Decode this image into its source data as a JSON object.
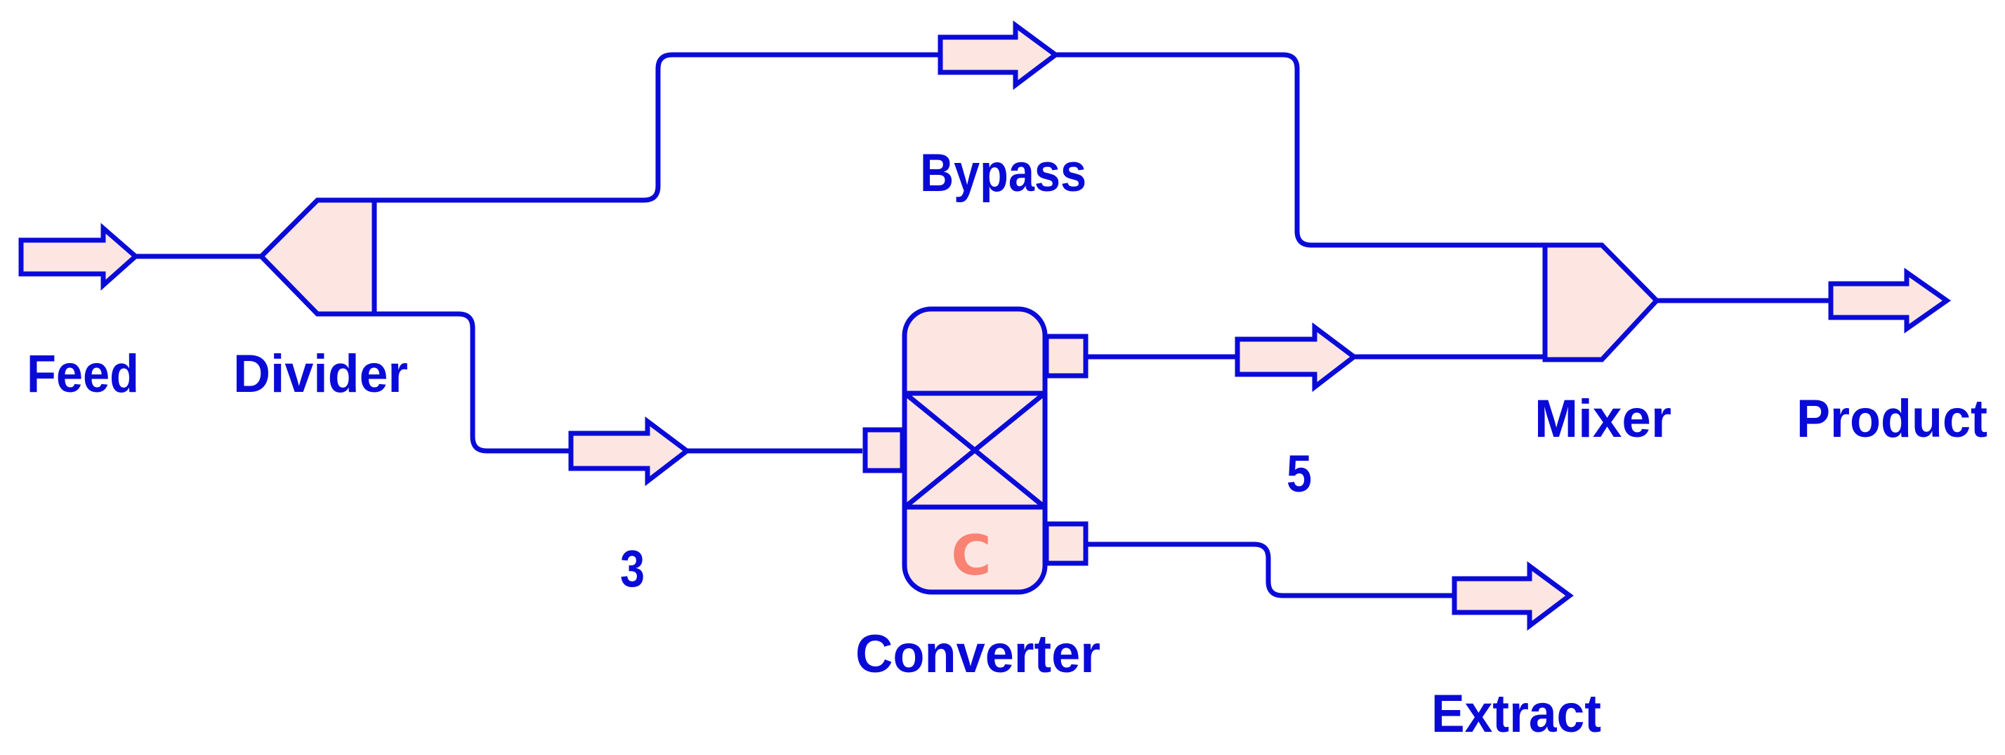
{
  "diagram": {
    "type": "process-flow-diagram",
    "colors": {
      "line": "#0a0ad8",
      "fill": "#fde6e2",
      "unit_letter": "#f98272",
      "background": "#ffffff"
    },
    "units": [
      {
        "id": "divider",
        "type": "splitter",
        "label": "Divider"
      },
      {
        "id": "converter",
        "type": "reactor",
        "label": "Converter",
        "letter": "C"
      },
      {
        "id": "mixer",
        "type": "mixer",
        "label": "Mixer"
      }
    ],
    "streams": [
      {
        "id": "feed",
        "label": "Feed",
        "from": null,
        "to": "divider"
      },
      {
        "id": "bypass",
        "label": "Bypass",
        "from": "divider",
        "to": "mixer"
      },
      {
        "id": "s3",
        "label": "3",
        "from": "divider",
        "to": "converter"
      },
      {
        "id": "s5",
        "label": "5",
        "from": "converter",
        "to": "mixer"
      },
      {
        "id": "extract",
        "label": "Extract",
        "from": "converter",
        "to": null
      },
      {
        "id": "product",
        "label": "Product",
        "from": "mixer",
        "to": null
      }
    ]
  },
  "labels": {
    "feed": "Feed",
    "divider": "Divider",
    "bypass": "Bypass",
    "stream3": "3",
    "converter": "Converter",
    "converter_letter": "C",
    "stream5": "5",
    "mixer": "Mixer",
    "product": "Product",
    "extract": "Extract"
  }
}
